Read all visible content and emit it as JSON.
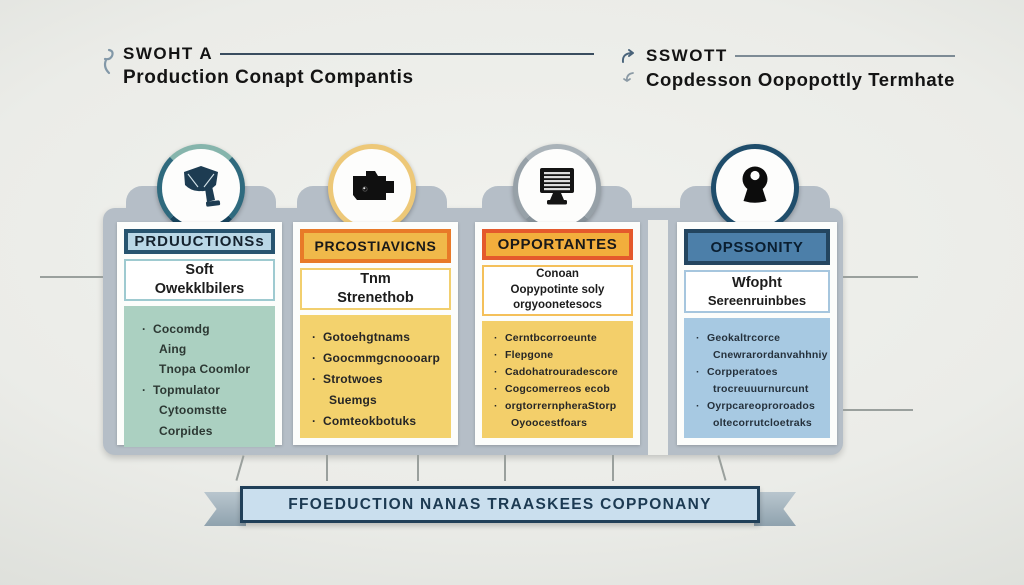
{
  "header_left": {
    "title": "SWOHT A",
    "subtitle": "Production Conapt Compantis",
    "icon": "anchor-icon"
  },
  "header_right": {
    "title": "SSWOTT",
    "subtitle": "Copdesson Oopopottly Termhate",
    "icon": "curved-arrows-icon"
  },
  "columns": [
    {
      "icon": "flag-shield-icon",
      "header": "PRDUUCTIONSs",
      "subtitle_lines": [
        "Soft",
        "Owekklbilers"
      ],
      "items": [
        {
          "bullet": true,
          "text": "Cocomdg"
        },
        {
          "bullet": false,
          "text": "Aing"
        },
        {
          "bullet": false,
          "text": "Tnopa Coomlor"
        },
        {
          "bullet": true,
          "text": "Topmulator"
        },
        {
          "bullet": false,
          "text": "Cytoomstte Corpides"
        }
      ]
    },
    {
      "icon": "camera-icon",
      "header": "PRCOSTIAVICNS",
      "subtitle_lines": [
        "Tnm",
        "Strenethob"
      ],
      "items": [
        {
          "bullet": true,
          "text": "Gotoehgtnams"
        },
        {
          "bullet": true,
          "text": "Goocmmgcnoooarp"
        },
        {
          "bullet": true,
          "text": "Strotwoes"
        },
        {
          "bullet": false,
          "text": "Suemgs"
        },
        {
          "bullet": true,
          "text": "Comteokbotuks"
        }
      ]
    },
    {
      "icon": "monitor-icon",
      "header": "OPPORTANTES",
      "subtitle_lines": [
        "Conoan",
        "Oopypotinte soly",
        "orgyoonetesocs"
      ],
      "items": [
        {
          "bullet": true,
          "text": "Cerntbcorroeunte"
        },
        {
          "bullet": true,
          "text": "Flepgone"
        },
        {
          "bullet": true,
          "text": "Cadohatrouradescore"
        },
        {
          "bullet": true,
          "text": "Cogcomerreos ecob"
        },
        {
          "bullet": true,
          "text": "orgtorrernpheraStorp"
        },
        {
          "bullet": false,
          "text": "Oyoocestfoars"
        }
      ]
    },
    {
      "icon": "keyhole-icon",
      "header": "OPSSONITY",
      "subtitle_lines": [
        "Wfopht",
        "Sereenruinbbes"
      ],
      "items": [
        {
          "bullet": true,
          "text": "Geokaltrcorce"
        },
        {
          "bullet": false,
          "text": "Cnewrarordanvahhniy"
        },
        {
          "bullet": true,
          "text": "Corpperatoes"
        },
        {
          "bullet": false,
          "text": "trocreuuurnurcunt"
        },
        {
          "bullet": true,
          "text": "Oyrpcareoproroados"
        },
        {
          "bullet": false,
          "text": "oltecorrutcloetraks"
        }
      ]
    }
  ],
  "banner": {
    "text": "FFOEDUCTION NANAS TRAASKEES COPPONANY"
  },
  "colors": {
    "panel": "#b5bec7",
    "page_background": "#ebece8",
    "col1_accent": "#27546f",
    "col1_header_fill": "#b9d7e6",
    "col1_list_fill": "#abd0c1",
    "col1_ring": "#2f6a7e",
    "col2_accent": "#e87a28",
    "col2_header_fill": "#f0b94a",
    "col2_list_fill": "#f3d26d",
    "col2_ring": "#edc878",
    "col3_accent": "#e4592c",
    "col3_header_fill": "#f2ae3c",
    "col3_list_fill": "#f3cf6a",
    "col3_ring": "#9aa4ab",
    "col4_accent": "#23455f",
    "col4_header_fill": "#4c7fa9",
    "col4_list_fill": "#a7c9e2",
    "col4_ring": "#1f4d6b",
    "banner_fill": "#cadfee",
    "banner_border": "#203f58"
  }
}
